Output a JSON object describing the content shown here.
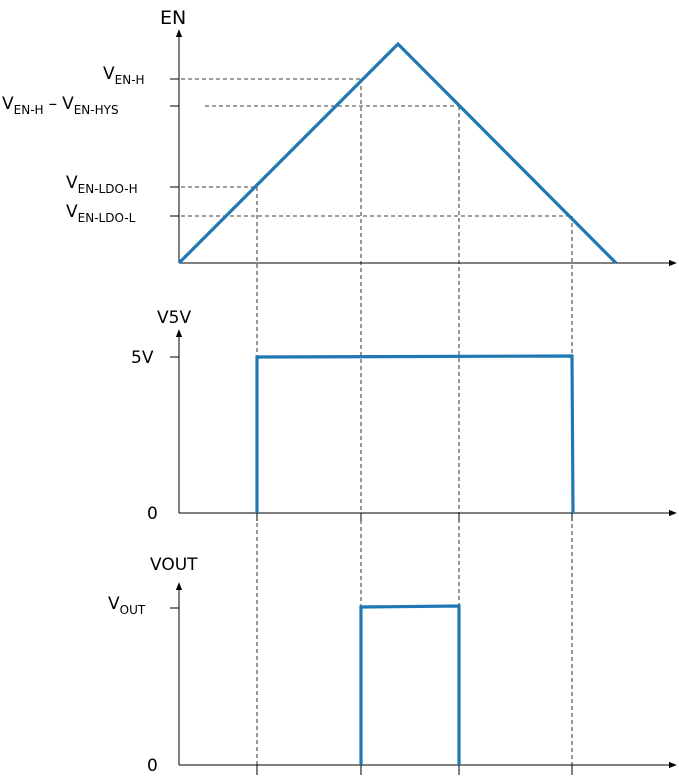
{
  "diagram": {
    "wave_color": "#1f77b4",
    "top": {
      "axis_label": "EN",
      "levels": [
        {
          "main": "V",
          "sub": "EN-H"
        },
        {
          "main1": "V",
          "sub1": "EN-H",
          "dash": "–",
          "main2": "V",
          "sub2": "EN-HYS"
        },
        {
          "main": "V",
          "sub": "EN-LDO-H"
        },
        {
          "main": "V",
          "sub": "EN-LDO-L"
        }
      ]
    },
    "middle": {
      "axis_label": "V5V",
      "high_label": "5V",
      "zero_label": "0"
    },
    "bottom": {
      "axis_label": "VOUT",
      "high_main": "V",
      "high_sub": "OUT",
      "zero_label": "0"
    }
  }
}
